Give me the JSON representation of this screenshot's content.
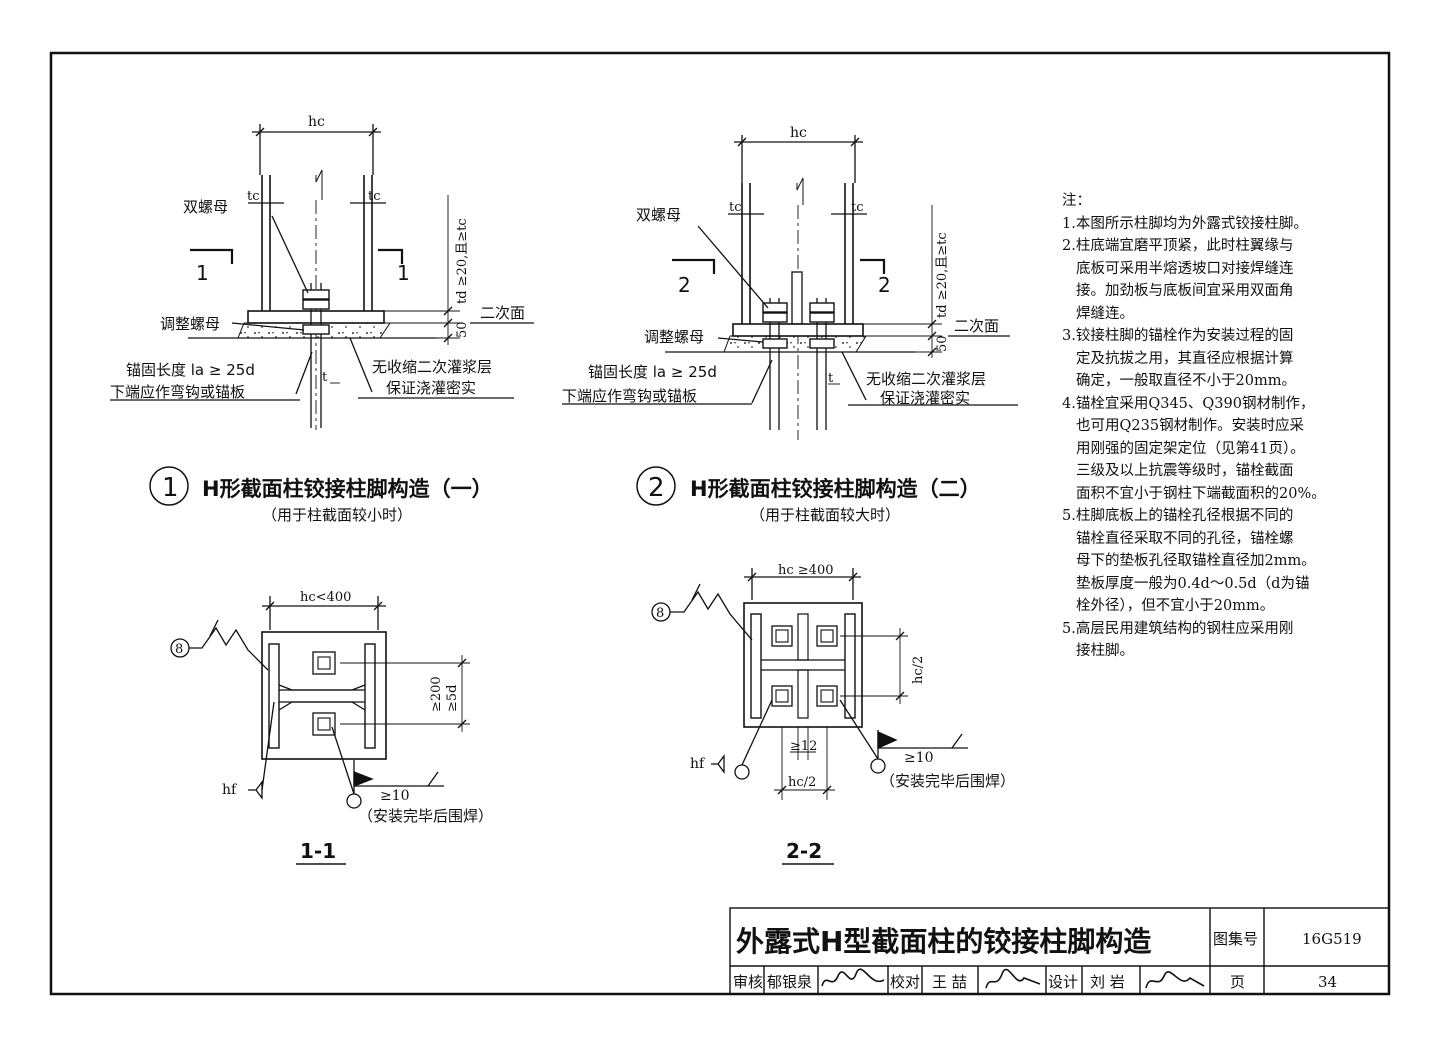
{
  "diagram1": {
    "hc": "hc",
    "tc_left": "tc",
    "tc_right": "tc",
    "double_nut": "双螺母",
    "adjust_nut": "调整螺母",
    "anchor_len_1": "锚固长度 la ≥ 25d",
    "anchor_len_2": "下端应作弯钩或锚板",
    "grout_1": "无收缩二次灌浆层",
    "grout_2": "保证浇灌密实",
    "second_face": "二次面",
    "td_rule": "td ≥20,且≥tc",
    "dim_50": "50",
    "t_label": "t",
    "cut_left": "1",
    "cut_right": "1",
    "circle_num": "1",
    "title": "H形截面柱铰接柱脚构造（一）",
    "subtitle": "（用于柱截面较小时）"
  },
  "diagram2": {
    "hc": "hc",
    "tc_left": "tc",
    "tc_right": "tc",
    "double_nut": "双螺母",
    "adjust_nut": "调整螺母",
    "anchor_len_1": "锚固长度 la ≥ 25d",
    "anchor_len_2": "下端应作弯钩或锚板",
    "grout_1": "无收缩二次灌浆层",
    "grout_2": "保证浇灌密实",
    "second_face": "二次面",
    "td_rule": "td ≥20,且≥tc",
    "dim_50": "50",
    "t_label": "t",
    "cut_left": "2",
    "cut_right": "2",
    "circle_num": "2",
    "title": "H形截面柱铰接柱脚构造（二）",
    "subtitle": "（用于柱截面较大时）"
  },
  "section1": {
    "width_label": "hc<400",
    "weld_ref": "8",
    "dim_side_1": "≥200",
    "dim_side_2": "≥5d",
    "hf": "hf",
    "weld_size": "≥10",
    "weld_note": "（安装完毕后围焊）",
    "label": "1-1"
  },
  "section2": {
    "width_label": "hc ≥400",
    "weld_ref": "8",
    "dim_side": "hc/2",
    "dim_bottom_gap": "≥12",
    "dim_bottom": "hc/2",
    "hf": "hf",
    "weld_size": "≥10",
    "weld_note": "（安装完毕后围焊）",
    "label": "2-2"
  },
  "notes": {
    "heading": "注：",
    "items": [
      "1.本图所示柱脚均为外露式铰接柱脚。",
      "2.柱底端宜磨平顶紧，此时柱翼缘与",
      "  底板可采用半熔透坡口对接焊缝连",
      "  接。加劲板与底板间宜采用双面角",
      "  焊缝连。",
      "3.铰接柱脚的锚栓作为安装过程的固",
      "  定及抗拔之用，其直径应根据计算",
      "  确定，一般取直径不小于20mm。",
      "4.锚栓宜采用Q345、Q390钢材制作，",
      "  也可用Q235钢材制作。安装时应采",
      "  用刚强的固定架定位（见第41页）。",
      "  三级及以上抗震等级时，锚栓截面",
      "  面积不宜小于钢柱下端截面积的20%。",
      "5.柱脚底板上的锚栓孔径根据不同的",
      "  锚栓直径采取不同的孔径，锚栓螺",
      "  母下的垫板孔径取锚栓直径加2mm。",
      "  垫板厚度一般为0.4d～0.5d（d为锚",
      "  栓外径），但不宜小于20mm。",
      "5.高层民用建筑结构的钢柱应采用刚",
      "  接柱脚。"
    ]
  },
  "titleblock": {
    "title": "外露式H型截面柱的铰接柱脚构造",
    "atlas_label": "图集号",
    "atlas_no": "16G519",
    "review_label": "审核",
    "reviewer": "郁银泉",
    "check_label": "校对",
    "checker": "王 喆",
    "design_label": "设计",
    "designer": "刘 岩",
    "page_label": "页",
    "page_no": "34"
  }
}
